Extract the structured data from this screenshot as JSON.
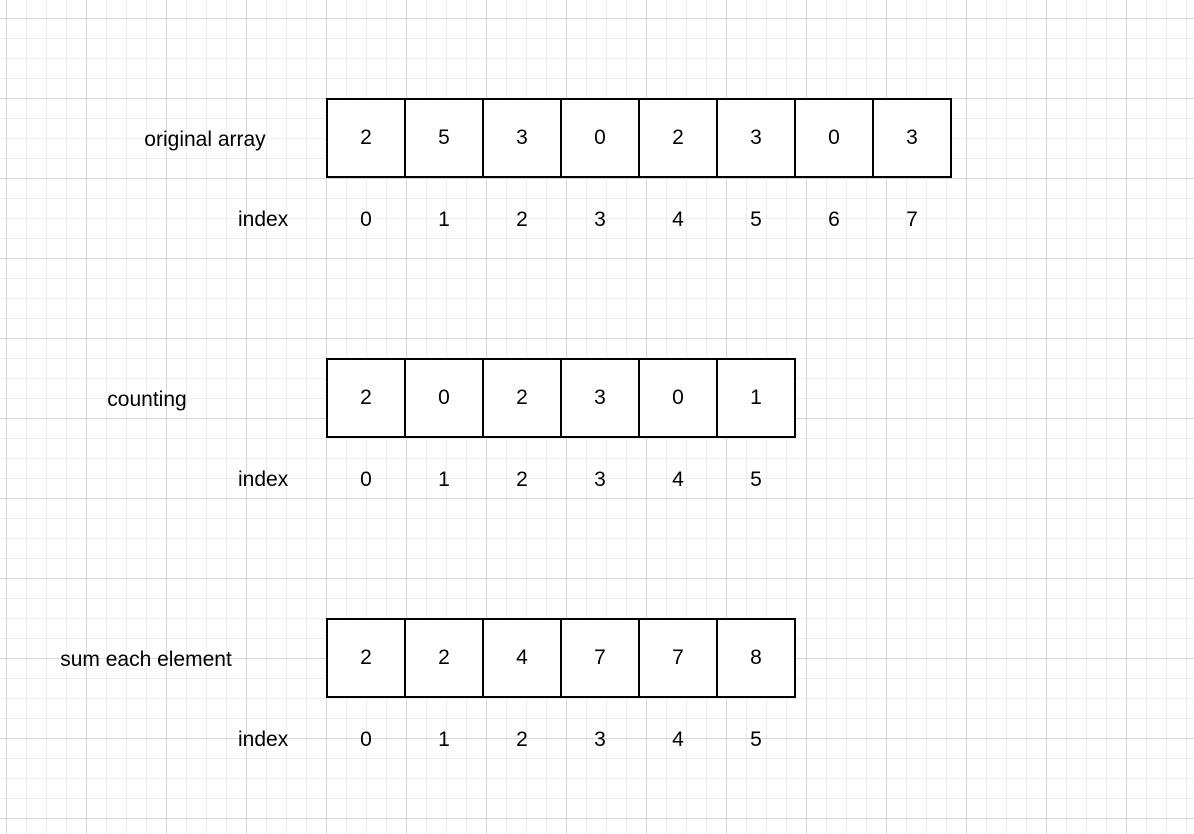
{
  "rows": [
    {
      "label": "original array",
      "values": [
        "2",
        "5",
        "3",
        "0",
        "2",
        "3",
        "0",
        "3"
      ],
      "index_label": "index",
      "indices": [
        "0",
        "1",
        "2",
        "3",
        "4",
        "5",
        "6",
        "7"
      ]
    },
    {
      "label": "counting",
      "values": [
        "2",
        "0",
        "2",
        "3",
        "0",
        "1"
      ],
      "index_label": "index",
      "indices": [
        "0",
        "1",
        "2",
        "3",
        "4",
        "5"
      ]
    },
    {
      "label": "sum each element",
      "values": [
        "2",
        "2",
        "4",
        "7",
        "7",
        "8"
      ],
      "index_label": "index",
      "indices": [
        "0",
        "1",
        "2",
        "3",
        "4",
        "5"
      ]
    }
  ]
}
